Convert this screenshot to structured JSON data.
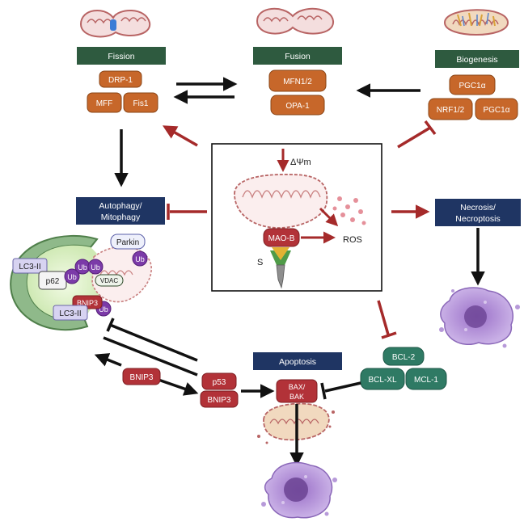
{
  "fission": {
    "title": "Fission",
    "drp1": "DRP-1",
    "mff": "MFF",
    "fis1": "Fis1"
  },
  "fusion": {
    "title": "Fusion",
    "mfn": "MFN1/2",
    "opa": "OPA-1"
  },
  "biogenesis": {
    "title": "Biogenesis",
    "pgc_top": "PGC1α",
    "nrf": "NRF1/2",
    "pgc_right": "PGC1α"
  },
  "center": {
    "delta": "ΔΨm",
    "mao": "MAO-B",
    "ros": "ROS",
    "s": "S"
  },
  "autophagy": {
    "line1": "Autophagy/",
    "line2": "Mitophagy"
  },
  "necrosis": {
    "line1": "Necrosis/",
    "line2": "Necroptosis"
  },
  "mitophagy": {
    "lc3_top": "LC3-II",
    "p62": "p62",
    "ub": "Ub",
    "vdac": "VDAC",
    "parkin": "Parkin",
    "bnip3": "BNIP3",
    "lc3_bottom": "LC3-II"
  },
  "apoptosis": {
    "title": "Apoptosis",
    "bcl2": "BCL-2",
    "bclxl": "BCL-XL",
    "mcl1": "MCL-1",
    "baxbak1": "BAX/",
    "baxbak2": "BAK",
    "p53": "p53",
    "bnip3": "BNIP3",
    "bnip3_left": "BNIP3"
  },
  "colors": {
    "activation_arrow": "#a52a2a",
    "pathway_arrow": "#111111",
    "header_green": "#2e5a3f",
    "header_navy": "#1f3563",
    "protein_orange": "#c7672a",
    "protein_red": "#b23238",
    "protein_teal": "#2f7a64"
  }
}
